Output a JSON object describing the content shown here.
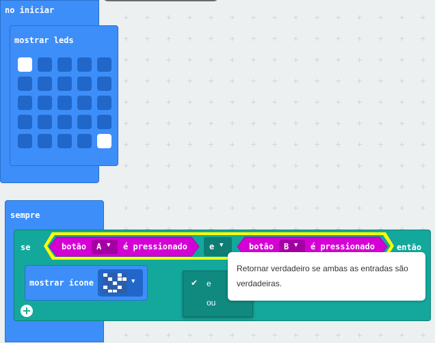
{
  "on_start": {
    "hat_label": "no iniciar",
    "show_leds_label": "mostrar leds",
    "leds": [
      [
        1,
        0,
        0,
        0,
        0
      ],
      [
        0,
        0,
        0,
        0,
        0
      ],
      [
        0,
        0,
        0,
        0,
        0
      ],
      [
        0,
        0,
        0,
        0,
        0
      ],
      [
        0,
        0,
        0,
        0,
        1
      ]
    ]
  },
  "forever": {
    "hat_label": "sempre",
    "if_label": "se",
    "then_label": "então",
    "condition": {
      "left": {
        "prefix": "botão",
        "button": "A",
        "suffix": "é pressionado"
      },
      "operator": "e",
      "right": {
        "prefix": "botão",
        "button": "B",
        "suffix": "é pressionado"
      }
    },
    "show_icon_label": "mostrar ícone"
  },
  "operator_menu": {
    "items": [
      {
        "label": "e",
        "selected": true
      },
      {
        "label": "ou",
        "selected": false
      }
    ]
  },
  "tooltip": {
    "line1": "Retornar verdadeiro se ambas as entradas são",
    "line2": "verdadeiras."
  },
  "colors": {
    "workspace": "#ecf0f1",
    "basic_blue": "#3d8ef8",
    "logic_teal": "#14a89c",
    "input_magenta": "#d400d4",
    "highlight_yellow": "#ffff00"
  }
}
